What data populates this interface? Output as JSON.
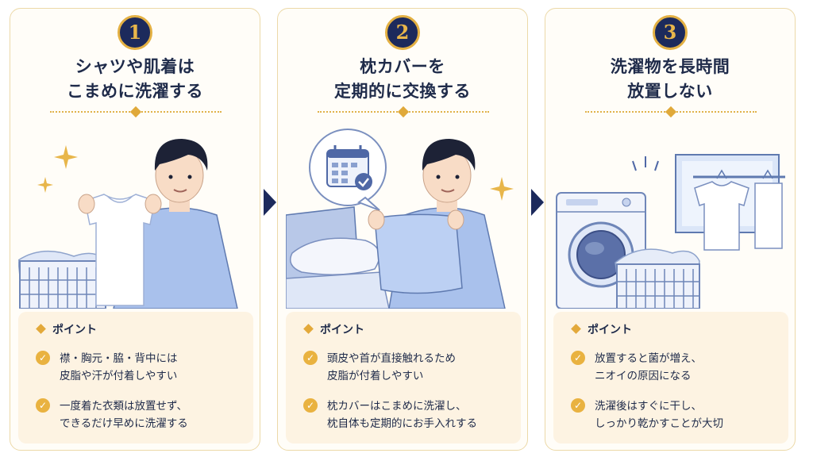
{
  "steps": [
    {
      "number": "1",
      "title_line1": "シャツや肌着は",
      "title_line2": "こまめに洗濯する",
      "point_label": "ポイント",
      "points": [
        {
          "line1": "襟・胸元・脇・背中には",
          "line2": "皮脂や汗が付着しやすい"
        },
        {
          "line1": "一度着た衣類は放置せず、",
          "line2": "できるだけ早めに洗濯する"
        }
      ]
    },
    {
      "number": "2",
      "title_line1": "枕カバーを",
      "title_line2": "定期的に交換する",
      "point_label": "ポイント",
      "points": [
        {
          "line1": "頭皮や首が直接触れるため",
          "line2": "皮脂が付着しやすい"
        },
        {
          "line1": "枕カバーはこまめに洗濯し、",
          "line2": "枕自体も定期的にお手入れする"
        }
      ]
    },
    {
      "number": "3",
      "title_line1": "洗濯物を長時間",
      "title_line2": "放置しない",
      "point_label": "ポイント",
      "points": [
        {
          "line1": "放置すると菌が増え、",
          "line2": "ニオイの原因になる"
        },
        {
          "line1": "洗濯後はすぐに干し、",
          "line2": "しっかり乾かすことが大切"
        }
      ]
    }
  ],
  "icons": {
    "step_arrow": "chevron-right-icon",
    "point_marker": "diamond-icon",
    "check": "check-circle-icon"
  },
  "colors": {
    "navy": "#1c2a5c",
    "gold": "#e3b043",
    "card_border": "#ecd9a8",
    "point_bg": "#fdf3e2",
    "shirt_blue": "#aec4ee"
  }
}
